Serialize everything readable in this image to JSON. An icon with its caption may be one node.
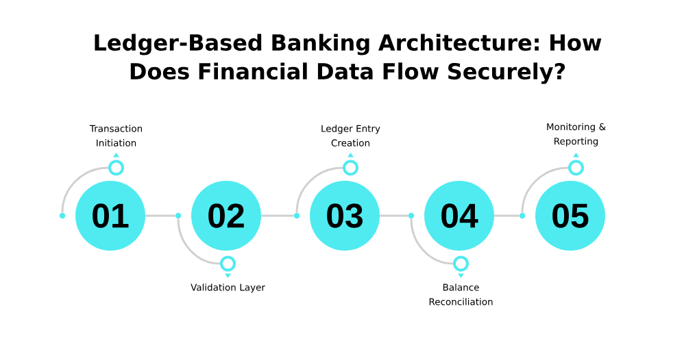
{
  "diagram": {
    "title": "Ledger-Based Banking Architecture: How Does Financial Data Flow Securely?",
    "nodes": [
      {
        "text": [
          "01"
        ]
      },
      {
        "text": [
          "02"
        ]
      },
      {
        "text": [
          "03"
        ]
      },
      {
        "text": [
          "04"
        ]
      },
      {
        "text": [
          "05"
        ]
      },
      {
        "text": [],
        "shape": "circle"
      },
      {
        "text": [],
        "shape": "circle"
      },
      {
        "text": [],
        "shape": "circle"
      },
      {
        "text": [],
        "shape": "circle"
      },
      {
        "text": [],
        "shape": "circle"
      },
      {
        "text": [],
        "shape": "circle",
        "beside": [
          "Transaction Initiation"
        ]
      },
      {
        "text": [],
        "shape": "circle",
        "beside": [
          "Validation Layer"
        ]
      },
      {
        "text": [],
        "shape": "circle",
        "beside": [
          "Ledger Entry Creation"
        ]
      },
      {
        "text": [],
        "shape": "circle",
        "beside": [
          "Balance Reconciliation"
        ]
      },
      {
        "text": [],
        "shape": "circle",
        "beside": [
          "Monitoring & Reporting"
        ]
      }
    ],
    "edges": [
      {
        "from": 0,
        "to": 6,
        "arrow": "none"
      },
      {
        "from": 1,
        "to": 7,
        "arrow": "none"
      },
      {
        "from": 2,
        "to": 8,
        "arrow": "none"
      },
      {
        "from": 3,
        "to": 9,
        "arrow": "none"
      },
      {
        "from": 5,
        "to": 10,
        "arrow": "none"
      },
      {
        "from": 6,
        "to": 11,
        "arrow": "none"
      },
      {
        "from": 7,
        "to": 12,
        "arrow": "none"
      },
      {
        "from": 8,
        "to": 13,
        "arrow": "none"
      },
      {
        "from": 9,
        "to": 14,
        "arrow": "none"
      }
    ]
  }
}
